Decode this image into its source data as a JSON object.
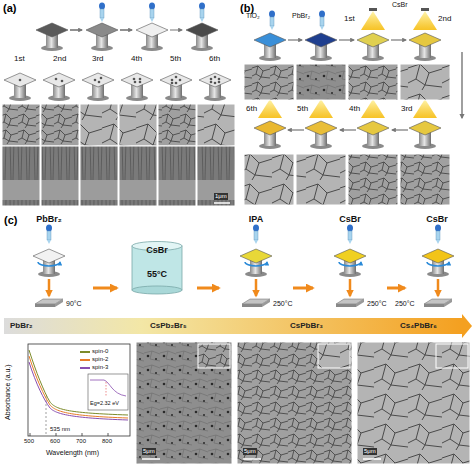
{
  "diagram": {
    "nodes": [
      {
        "text": [
          "PbBr₂"
        ]
      },
      {
        "text": [
          "CsBr",
          "55°C"
        ]
      },
      {
        "text": [
          "IPA"
        ]
      },
      {
        "text": [
          "CsBr"
        ]
      },
      {
        "text": [
          "CsBr"
        ]
      }
    ],
    "edges": [
      {
        "from": 0,
        "to": 1,
        "arrow": "to"
      },
      {
        "from": 1,
        "to": 2,
        "arrow": "to"
      },
      {
        "from": 2,
        "to": 3,
        "arrow": "to"
      },
      {
        "from": 3,
        "to": 4,
        "arrow": "to"
      }
    ],
    "labels": [
      "(a)",
      "1st",
      "2nd",
      "3rd",
      "4th",
      "5th",
      "6th",
      "1μm",
      "(b)",
      "TiO₂",
      "PbBr₂",
      "1st",
      "CsBr",
      "2nd",
      "6th",
      "5th",
      "4th",
      "3rd",
      "(c)",
      "90°C",
      "250°C",
      "250°C",
      "250°C",
      "PbBr₂",
      "CsPb₂Br₅",
      "CsPbBr₃",
      "Cs₄PbBr₆",
      "Absorbance (a.u.)",
      "500",
      "600",
      "700",
      "800",
      "Wavelength (nm)",
      "535 nm",
      "Eg=2.32 eV",
      "5μm",
      "5μm",
      "5μm"
    ],
    "legend": [
      {
        "text": "spin-0",
        "color": "#7d8b2a"
      },
      {
        "text": "spin-2",
        "color": "#e87c2a"
      },
      {
        "text": "spin-3",
        "color": "#8a4fb0"
      }
    ]
  }
}
